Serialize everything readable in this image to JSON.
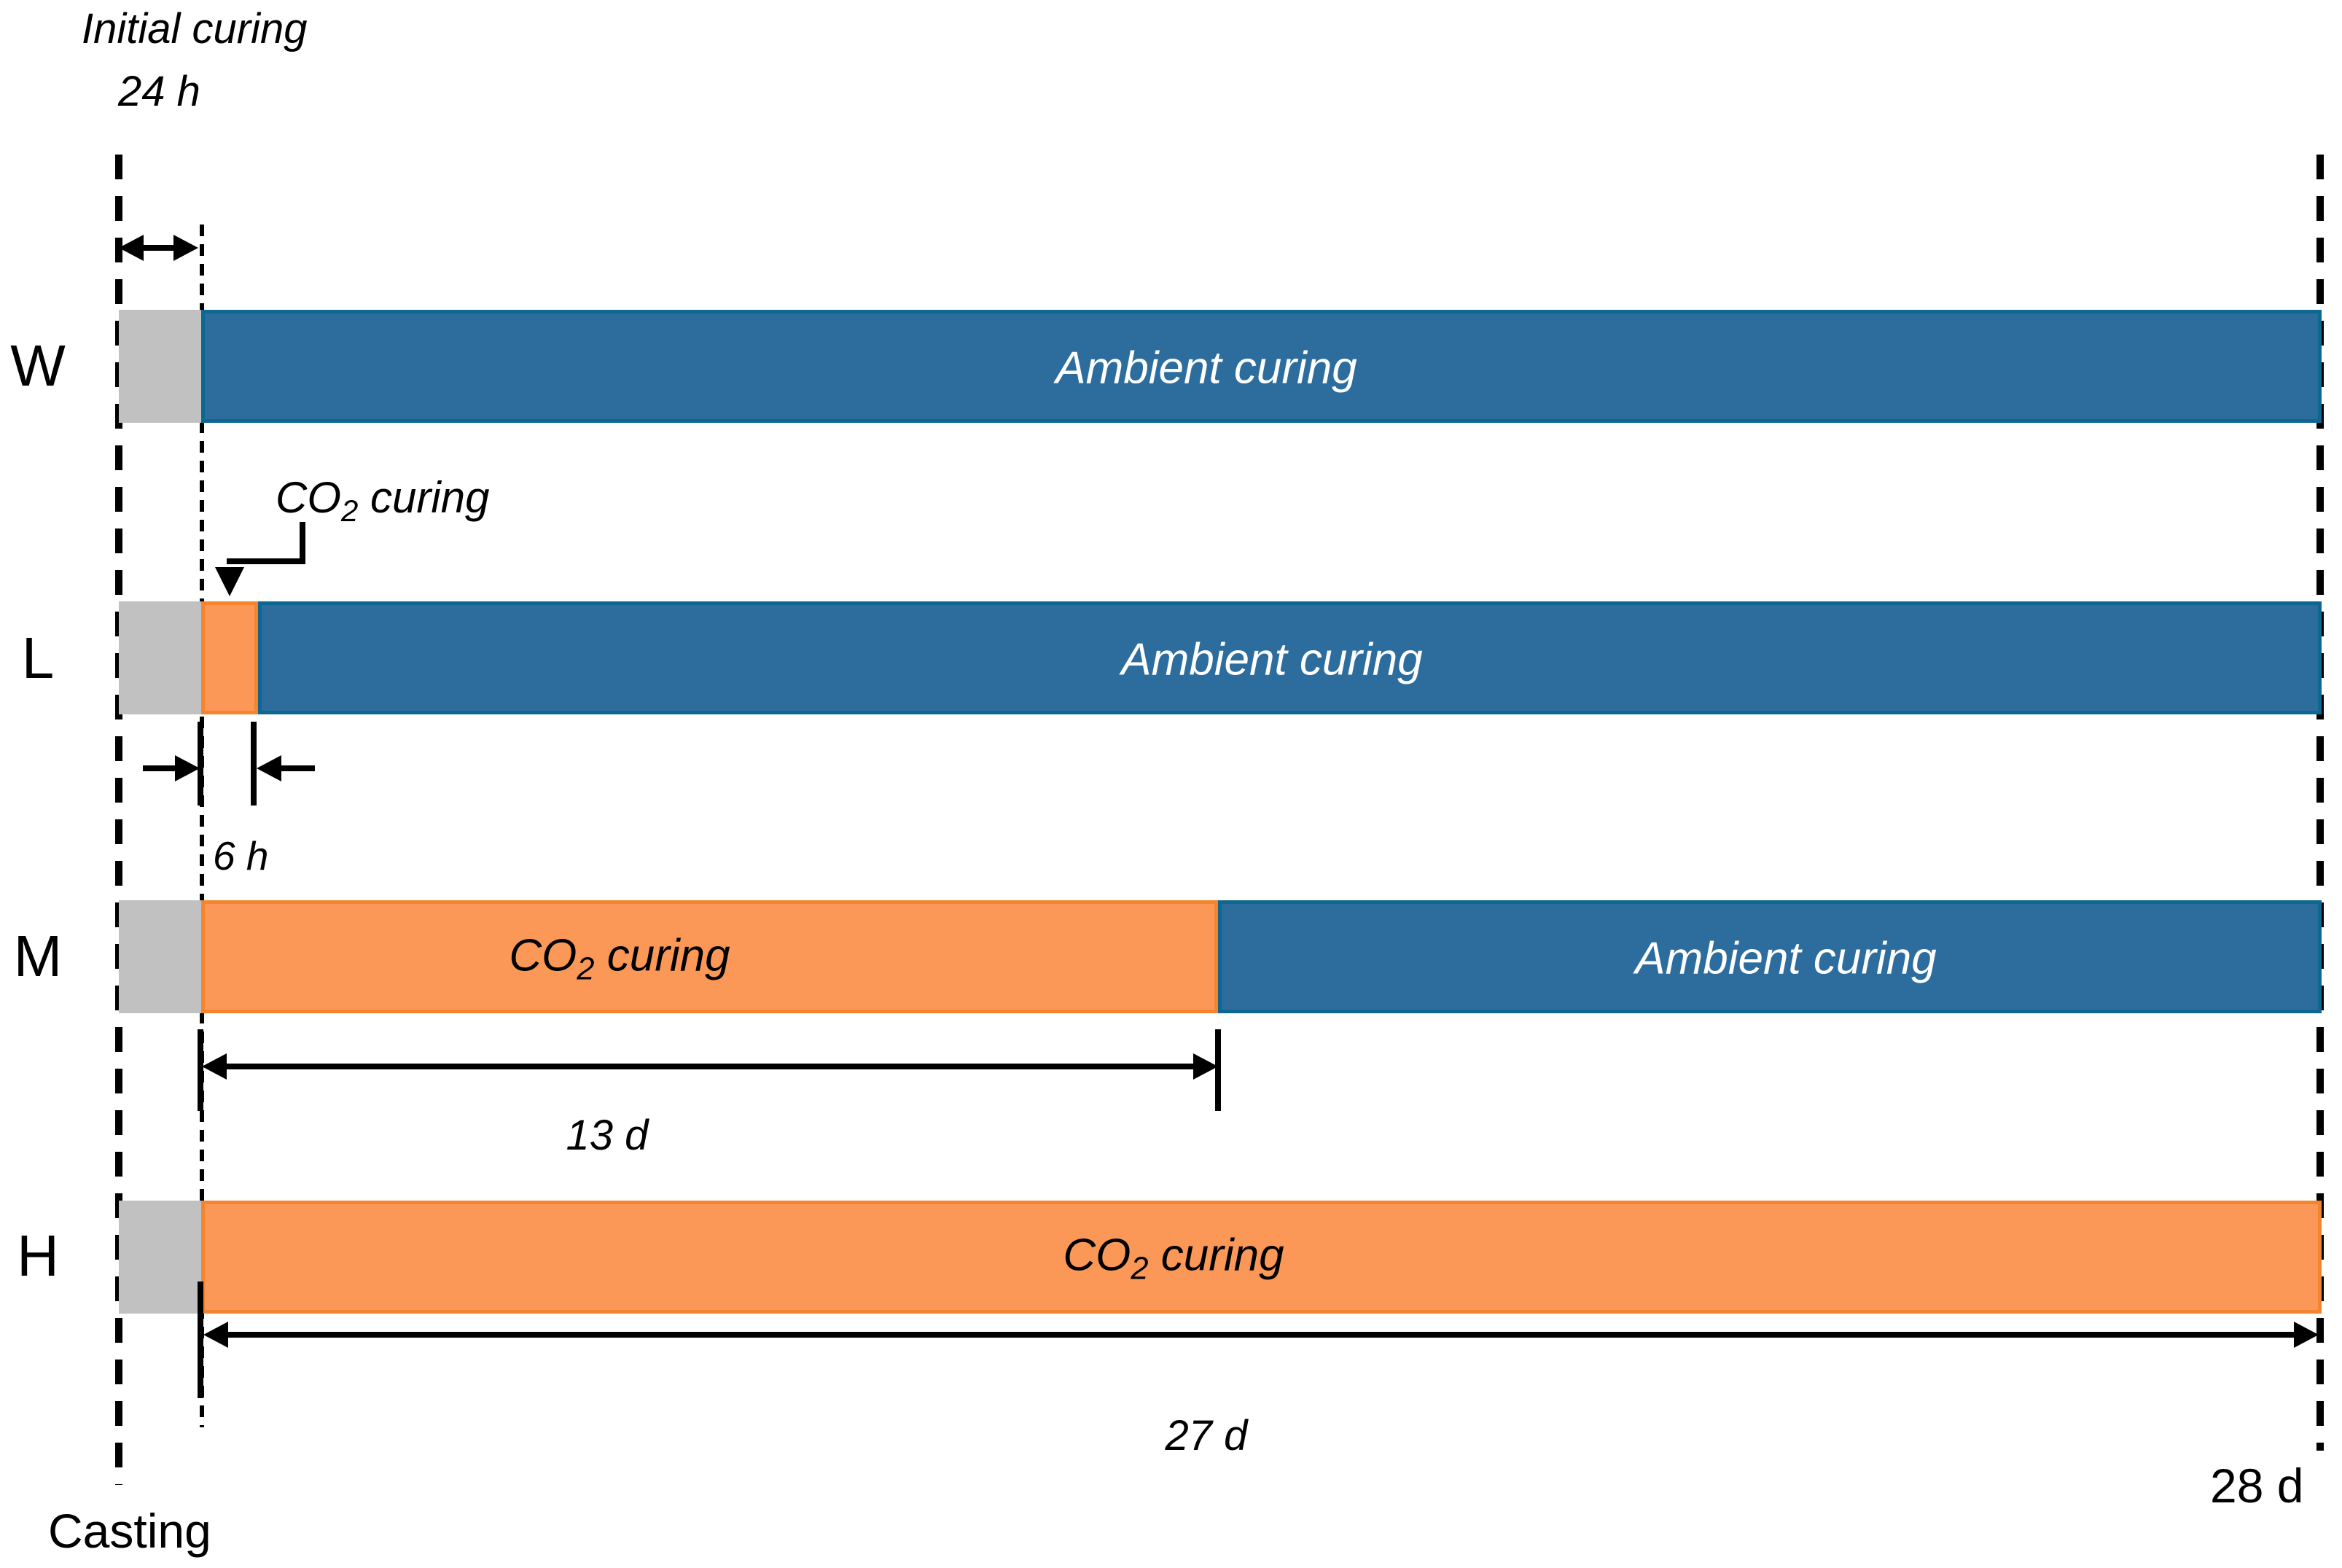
{
  "header": {
    "title": "Initial curing",
    "duration": "24 h"
  },
  "axis": {
    "start_label": "Casting",
    "end_label": "28 d"
  },
  "labels": {
    "ambient": "Ambient curing",
    "co2_prefix": "CO",
    "co2_sub": "2",
    "co2_suffix": " curing"
  },
  "annotations": {
    "six_h": "6 h",
    "thirteen_d": "13 d",
    "twenty_seven_d": "27 d"
  },
  "rows": [
    {
      "label": "W"
    },
    {
      "label": "L"
    },
    {
      "label": "M"
    },
    {
      "label": "H"
    }
  ],
  "colors": {
    "ambient_fill": "#2d6d9e",
    "ambient_edge": "#0e6791",
    "co2_fill": "#fb9857",
    "co2_edge": "#f5842f",
    "initial_fill": "#c1c1c1"
  },
  "timeline": {
    "type": "gantt",
    "initial_curing": "24 h",
    "end": "28 d",
    "rows": [
      {
        "mix": "W",
        "segments": [
          "Initial curing",
          "Ambient curing"
        ]
      },
      {
        "mix": "L",
        "segments": [
          "Initial curing",
          "CO2 curing (6 h)",
          "Ambient curing"
        ]
      },
      {
        "mix": "M",
        "segments": [
          "Initial curing",
          "CO2 curing (13 d)",
          "Ambient curing"
        ]
      },
      {
        "mix": "H",
        "segments": [
          "Initial curing",
          "CO2 curing (27 d)"
        ]
      }
    ]
  }
}
